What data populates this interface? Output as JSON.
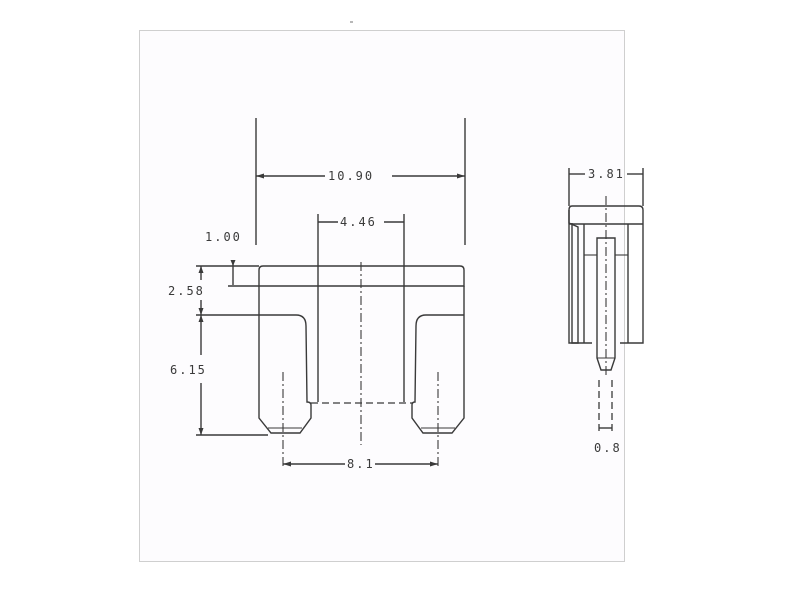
{
  "drawing": {
    "subject": "Mini blade fuse dimensional drawing",
    "units": "mm",
    "front_view": {
      "dimensions": {
        "overall_width": "10.90",
        "center_gap_width": "4.46",
        "top_band_thickness": "1.00",
        "head_height": "2.58",
        "terminal_length": "6.15",
        "terminal_pitch": "8.1"
      }
    },
    "side_view": {
      "dimensions": {
        "overall_thickness": "3.81",
        "terminal_thickness": "0.8"
      }
    },
    "colors": {
      "line": "#3a3a3a",
      "frame": "#cfcfcf",
      "background": "#fdfcfe"
    }
  }
}
